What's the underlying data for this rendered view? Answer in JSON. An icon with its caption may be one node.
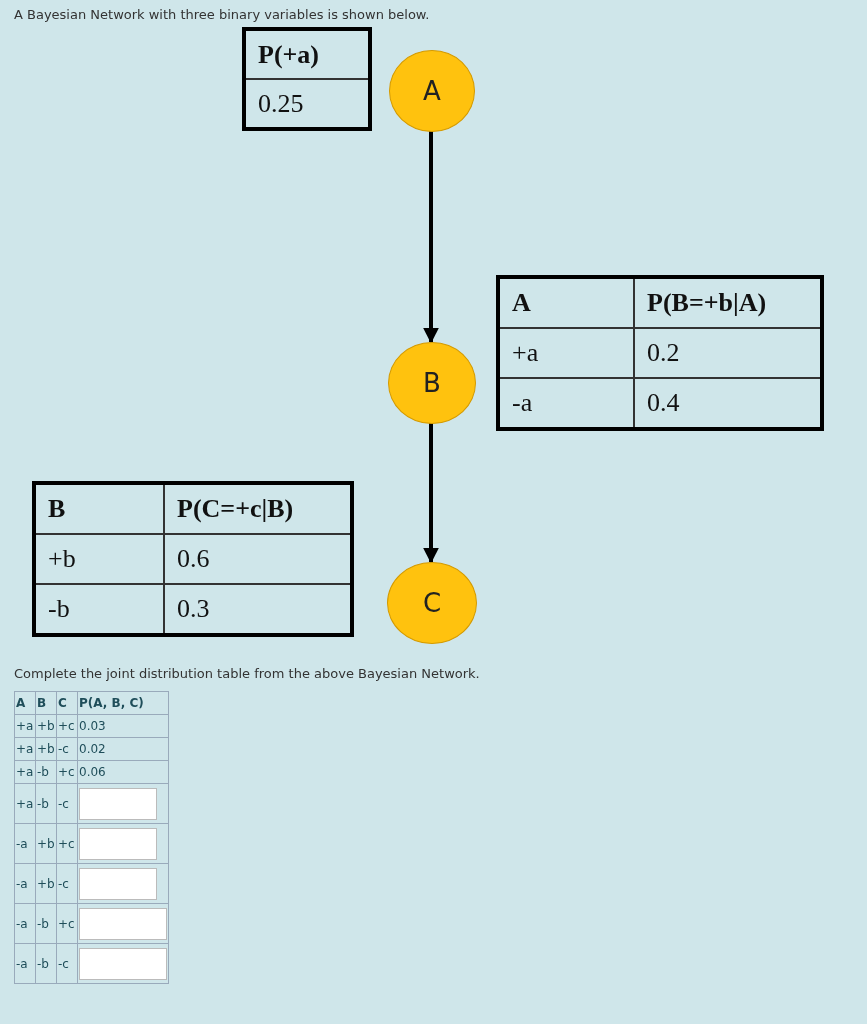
{
  "diagram": {
    "title": "A Bayesian Network with three binary variables is shown below.",
    "nodes": [
      {
        "text": [
          "A"
        ]
      },
      {
        "text": [
          "B"
        ]
      },
      {
        "text": [
          "C"
        ]
      }
    ],
    "edges": [
      {
        "from": 0,
        "to": 1,
        "arrow": "to"
      },
      {
        "from": 1,
        "to": 2,
        "arrow": "to"
      }
    ],
    "labels": [
      "P(+a)",
      "0.25",
      "A",
      "P(B=+b|A)",
      "+a",
      "0.2",
      "-a",
      "0.4",
      "B",
      "P(C=+c|B)",
      "+b",
      "0.6",
      "-b",
      "0.3",
      "Complete the joint distribution table from the above Bayesian Network.",
      "A",
      "B",
      "C",
      "P(A, B, C)",
      "+a",
      "+b",
      "+c",
      "0.03",
      "+a",
      "+b",
      "-c",
      "0.02",
      "+a",
      "-b",
      "+c",
      "0.06",
      "+a",
      "-b",
      "-c",
      "-a",
      "+b",
      "+c",
      "-a",
      "+b",
      "-c",
      "-a",
      "-b",
      "+c",
      "-a",
      "-b",
      "-c"
    ]
  }
}
